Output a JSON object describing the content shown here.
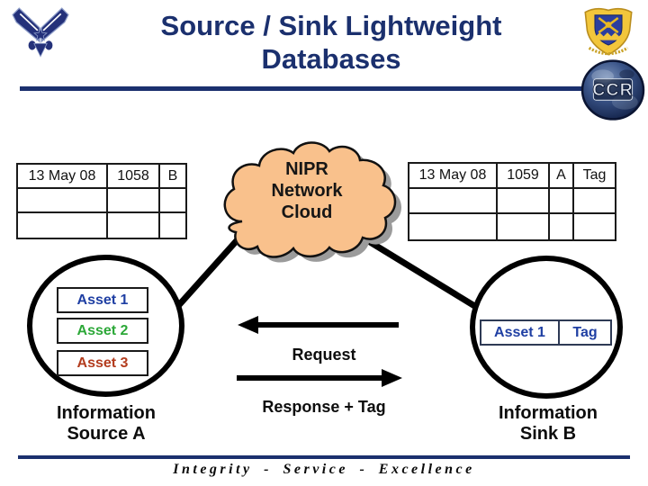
{
  "slide": {
    "title_line1": "Source / Sink Lightweight",
    "title_line2": "Databases",
    "motto": "Integrity - Service - Excellence"
  },
  "logos": {
    "af_symbol": "us-air-force-wings-logo",
    "command_shield": "command-crest-emblem",
    "ccr_badge_text": "CCR"
  },
  "cloud": {
    "line1": "NIPR",
    "line2": "Network",
    "line3": "Cloud",
    "fill_color": "#F9C18C",
    "text_color": "#161616"
  },
  "tables": {
    "left": {
      "rows": [
        [
          "13 May 08",
          "1058",
          "B"
        ],
        [
          "",
          "",
          ""
        ],
        [
          "",
          "",
          ""
        ]
      ]
    },
    "right": {
      "rows": [
        [
          "13 May 08",
          "1059",
          "A",
          "Tag"
        ],
        [
          "",
          "",
          "",
          ""
        ],
        [
          "",
          "",
          "",
          ""
        ]
      ],
      "tag_color": "#4C4CA6"
    }
  },
  "source": {
    "assets": [
      {
        "label": "Asset 1",
        "color": "#1F3FA3"
      },
      {
        "label": "Asset 2",
        "color": "#2CA838"
      },
      {
        "label": "Asset 3",
        "color": "#B33C1E"
      }
    ],
    "caption_line1": "Information",
    "caption_line2": "Source A"
  },
  "sink": {
    "asset_label": "Asset 1",
    "tag_label": "Tag",
    "label_color": "#1F3FA3",
    "caption_line1": "Information",
    "caption_line2": "Sink B"
  },
  "flows": {
    "request_label": "Request",
    "response_label": "Response + Tag",
    "arrow_color": "#000000"
  },
  "colors": {
    "title_navy": "#1B306E",
    "rule_navy": "#1B306E",
    "connector_black": "#000000"
  }
}
